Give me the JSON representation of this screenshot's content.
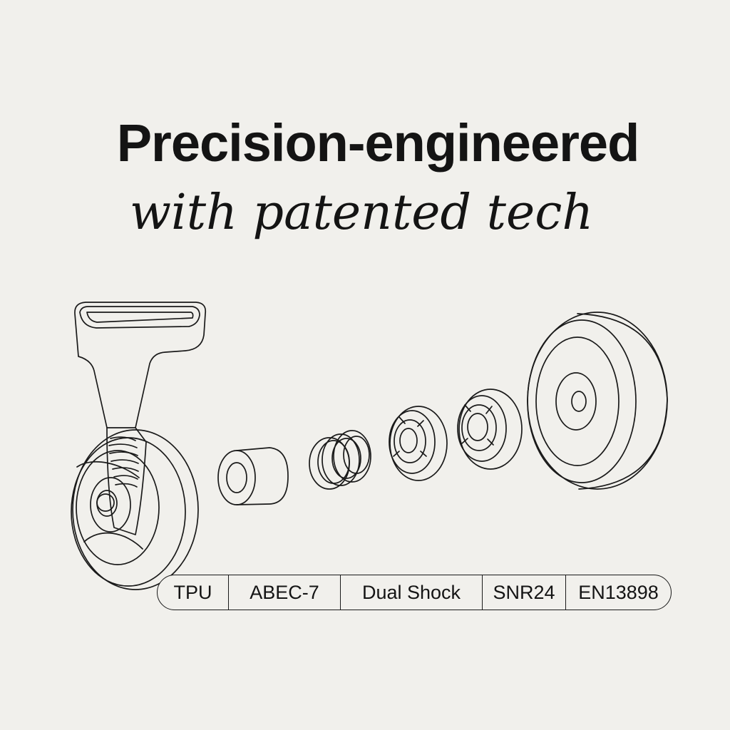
{
  "headline": "Precision-engineered",
  "subheadline": "with patented tech",
  "illustration": {
    "parts": [
      "wheel-assembly",
      "spacer-sleeve",
      "shock-spring",
      "bearing",
      "bearing",
      "wheel"
    ]
  },
  "specs": [
    {
      "label": "TPU"
    },
    {
      "label": "ABEC-7"
    },
    {
      "label": "Dual Shock"
    },
    {
      "label": "SNR24"
    },
    {
      "label": "EN13898"
    }
  ],
  "colors": {
    "background": "#f1f0ec",
    "ink": "#141414"
  }
}
